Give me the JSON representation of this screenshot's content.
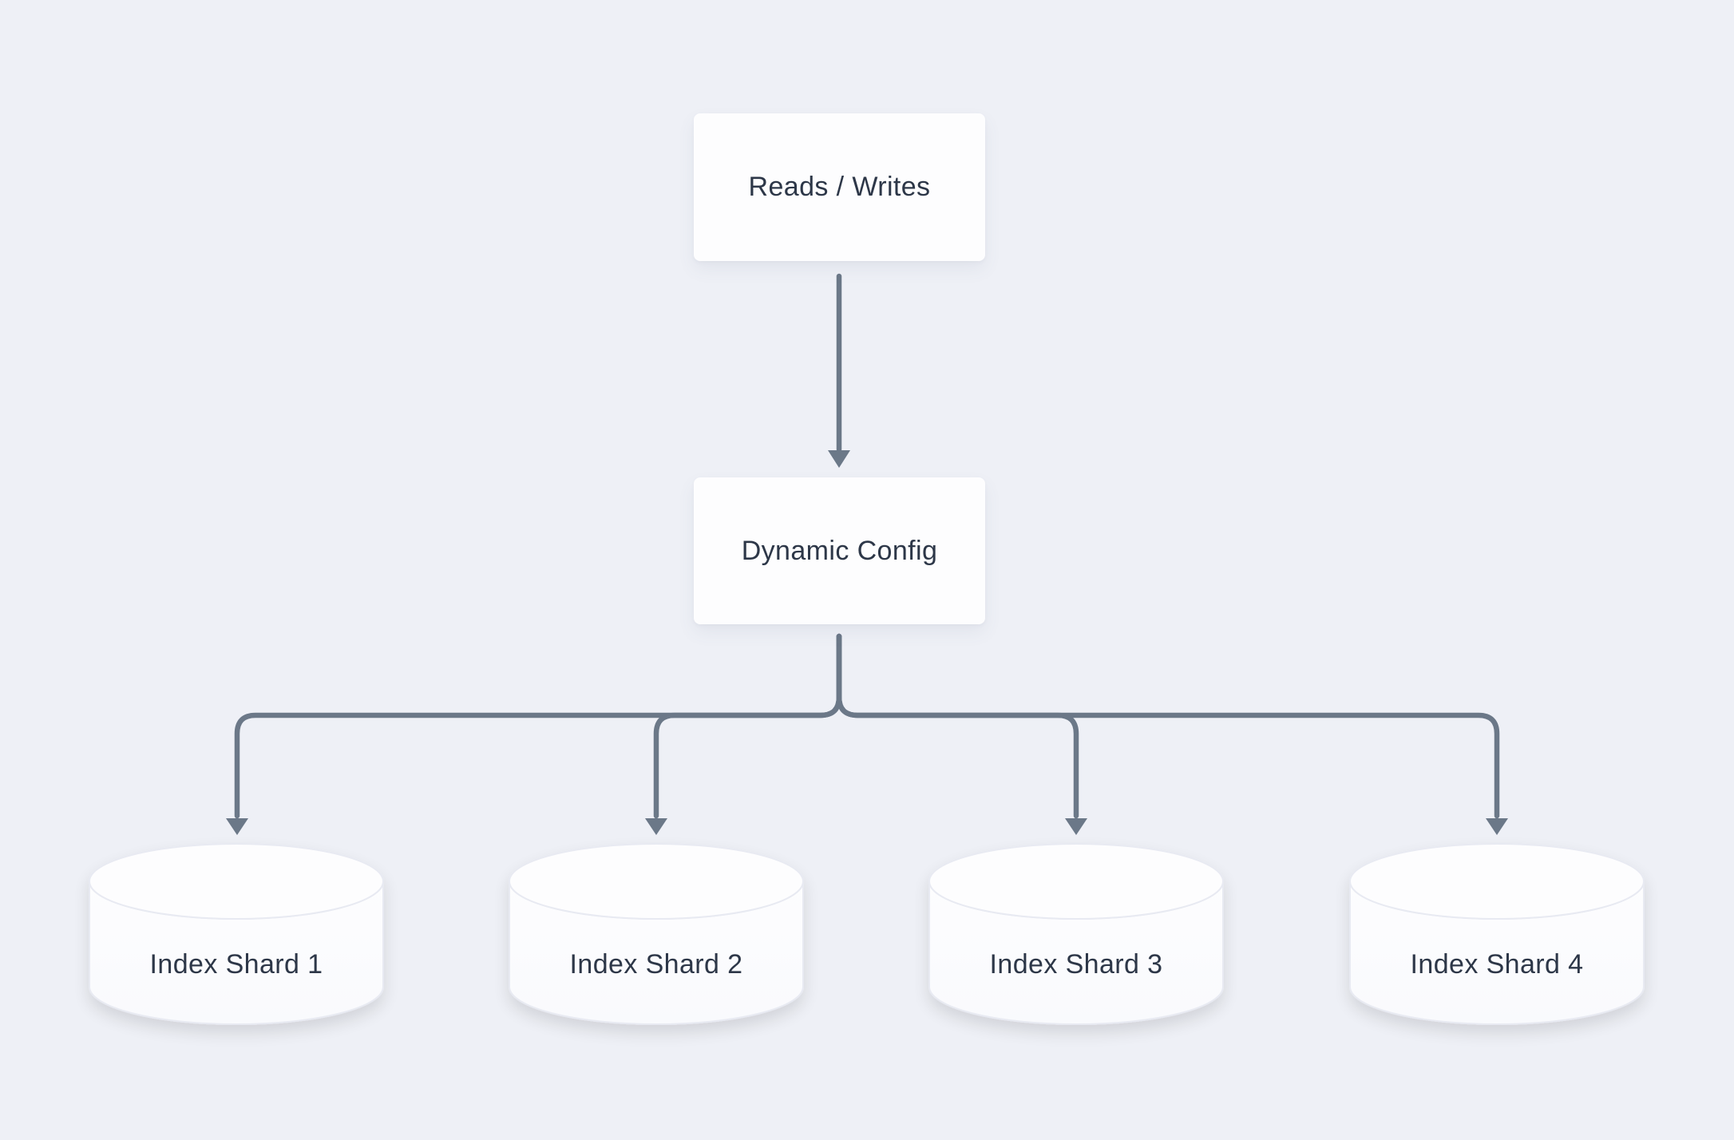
{
  "diagram": {
    "type": "flowchart",
    "background_color": "#EEF0F6",
    "node_fill_color": "#FDFDFE",
    "connector_color": "#6B7888",
    "text_color": "#2D3748",
    "nodes": {
      "reads_writes": {
        "label": "Reads / Writes",
        "shape": "rectangle"
      },
      "dynamic_config": {
        "label": "Dynamic Config",
        "shape": "rectangle"
      },
      "shards": [
        {
          "label": "Index Shard 1",
          "shape": "cylinder"
        },
        {
          "label": "Index Shard 2",
          "shape": "cylinder"
        },
        {
          "label": "Index Shard 3",
          "shape": "cylinder"
        },
        {
          "label": "Index Shard 4",
          "shape": "cylinder"
        }
      ]
    },
    "edges": [
      {
        "from": "Reads / Writes",
        "to": "Dynamic Config"
      },
      {
        "from": "Dynamic Config",
        "to": "Index Shard 1"
      },
      {
        "from": "Dynamic Config",
        "to": "Index Shard 2"
      },
      {
        "from": "Dynamic Config",
        "to": "Index Shard 3"
      },
      {
        "from": "Dynamic Config",
        "to": "Index Shard 4"
      }
    ]
  }
}
